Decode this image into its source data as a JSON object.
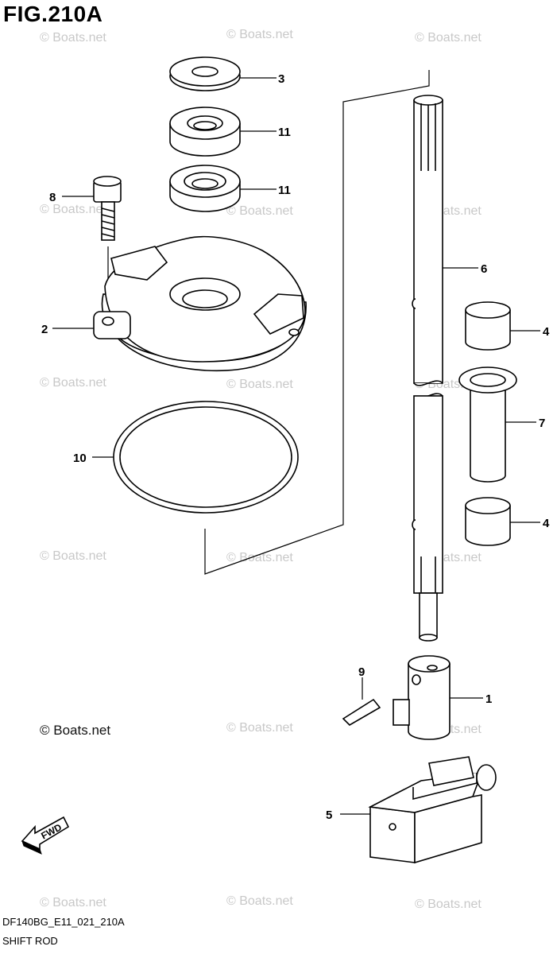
{
  "figure": {
    "title": "FIG.210A",
    "code": "DF140BG_E11_021_210A",
    "name": "SHIFT ROD",
    "watermark": "© Boats.net",
    "fwd_label": "FWD"
  },
  "callouts": [
    {
      "id": "c3",
      "label": "3"
    },
    {
      "id": "c11a",
      "label": "11"
    },
    {
      "id": "c11b",
      "label": "11"
    },
    {
      "id": "c8",
      "label": "8"
    },
    {
      "id": "c6",
      "label": "6"
    },
    {
      "id": "c2",
      "label": "2"
    },
    {
      "id": "c4a",
      "label": "4"
    },
    {
      "id": "c7",
      "label": "7"
    },
    {
      "id": "c10",
      "label": "10"
    },
    {
      "id": "c4b",
      "label": "4"
    },
    {
      "id": "c9",
      "label": "9"
    },
    {
      "id": "c1",
      "label": "1"
    },
    {
      "id": "c5",
      "label": "5"
    }
  ]
}
